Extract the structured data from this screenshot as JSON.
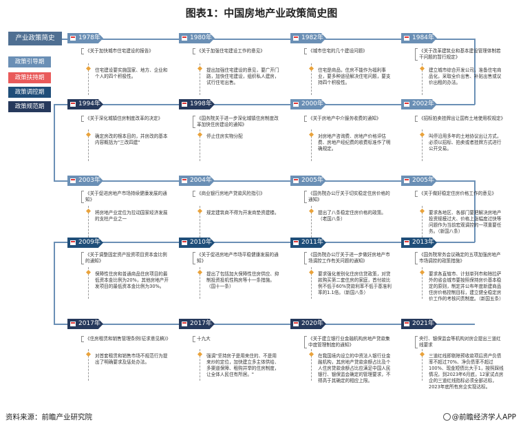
{
  "title": "图表1：中国房地产业政策简史图",
  "panel_title": "产业政策简史",
  "legend": [
    {
      "label": "政策引导期",
      "color": "#6a8fb5"
    },
    {
      "label": "政策扶持期",
      "color": "#e95a5a"
    },
    {
      "label": "政策调控期",
      "color": "#1f4e79"
    },
    {
      "label": "政策规范期",
      "color": "#26395c"
    }
  ],
  "items": [
    {
      "year": "1978年",
      "phase": "c1",
      "policy": "《关于加快城市住宅建设的报告》",
      "detail": "住宅建设要实施国家、地方、企业和个人的四个积极性。"
    },
    {
      "year": "1980年",
      "phase": "c1",
      "policy": "《关于加强住宅建设工作的意见》",
      "detail": "提出加强住宅建设的意见，要广开门路，加快住宅建设，组织私人建房，试行住宅出售。"
    },
    {
      "year": "1982年",
      "phase": "c1",
      "policy": "《城市住宅的几个建设问题》",
      "detail": "住宅是商品，住房不能作为福利事业，要多种途径解决住宅问题，要支持四个积极性。"
    },
    {
      "year": "1984年",
      "phase": "c1",
      "policy": "《关于改革建筑业和基本建设管理体制若干问题的暂行规定》",
      "detail": "建立城市综合开发公司，准备住宅商品化，采取全价出售、补贴出售或议价出租的办法。"
    },
    {
      "year": "1994年",
      "phase": "c4",
      "policy": "《关于深化城镇住房制度改革的决定》",
      "detail": "确定房改的根本目的，并房改的基本内容概括为\"三改四建\""
    },
    {
      "year": "1998年",
      "phase": "c4",
      "policy": "《国务院关于进一步深化城镇住房制度改革加快住房建设的通知》",
      "detail": "停止住房实物分配"
    },
    {
      "year": "2000年",
      "phase": "c1",
      "policy": "《关于房地产中介服务收费的通知》",
      "detail": "对房地产咨询费、房地产价格评估费、房地产经纪费的收费标准作了明确规定。"
    },
    {
      "year": "2002年",
      "phase": "c1",
      "policy": "《招标拍卖挂牌出让国有土地使用权规定》",
      "detail": "叫停沿用多年的土地协议出让方式，必须以招标、拍卖或者挂牌方式进行公开交易。"
    },
    {
      "year": "2003年",
      "phase": "c1",
      "policy": "《关于促进房地产市场持续健康发展的通知》",
      "detail": "将房地产业定位为拉动国家经济发展的支柱产业之一"
    },
    {
      "year": "2004年",
      "phase": "c1",
      "policy": "《商业银行房地产贷款风险指引》",
      "detail": "规定建筑商不得为开发商垫资建楼。"
    },
    {
      "year": "2005年",
      "phase": "c1",
      "policy": "《国务院办公厅关于切实稳定住房价格的通知》",
      "detail": "提出了八条稳定住房价格的政策。（老国八条）"
    },
    {
      "year": "2005年",
      "phase": "c1",
      "policy": "《关于做好稳定住房价格工作的意见》",
      "detail": "要求各地区、各部门要把解决房地产投资规模过大、价格上涨幅度过快等问题作为当前宏观调控的一项重要任务。（新国八条）"
    },
    {
      "year": "2009年",
      "phase": "c3",
      "policy": "《关于调整固定资产投资项目资本金比例的通知》",
      "detail": "保障性住房和普通商品住房项目的最低资本金比例为20%，其他房地产开发项目的最低资本金比例为30%。"
    },
    {
      "year": "2010年",
      "phase": "c3",
      "policy": "《关于促进房地产市场平稳健康发展的通知》",
      "detail": "提出了包括加大保障性住房供应、抑制投资投机性购房等十一条措施。（国十一条）"
    },
    {
      "year": "2011年",
      "phase": "c3",
      "policy": "《国务院办公厅关于进一步做好房地产市场调控工作有关问题的通知》",
      "detail": "要求强化差别化住房信贷政策，对贷款购买第二套住房的家庭，首付款比例不低于60%贷款利率不低于基准利率的1.1倍。（新国八条）"
    },
    {
      "year": "2013年",
      "phase": "c3",
      "policy": "《国务院常务会议确定的五项加强房地产市场调控的政策措施》",
      "detail": "要求各直辖市、计划单列市和除拉萨外的省会城市要按照保持房价基本稳定的原则，制定并公布年度新建商品住房价格控制目标，建立健全稳定房价工作的考核问责制度。（新国五条）"
    },
    {
      "year": "2017年",
      "phase": "c4",
      "policy": "《住房租赁和销售管理条例(征求意见稿)》",
      "detail": "对首套租赁和销售市场不规范行为提出了明确要求及惩处办法。"
    },
    {
      "year": "2017年",
      "phase": "c4",
      "policy": "十九大",
      "detail": "强调\"坚持房子是用来住的、不是用来炒的定位，加快建立多主体供给、多渠道保障、租购并举的住房制度，让全体人民住有所居。\""
    },
    {
      "year": "2020年",
      "phase": "c4",
      "policy": "《关于建立银行业金融机构房地产贷款集中度管理制度的通知》",
      "detail": "在我国境内设立的中资法人银行业金融机构，其房地产贷款余额占比及个人住房贷款余额占比应满足中国人民银行、银保监会确定的管理要求，不得高于其确定的相应上限。"
    },
    {
      "year": "2021年",
      "phase": "c4",
      "policy": "央行、银保监会等机构对房企提出三道红线要求",
      "detail": "三道红线即剔除预收款项后资产负债率不超过70%、净负债率不超过100%、现金短债比大于1，按照踩线情况，到2023年6月底，12家试点房企的三道红线指标必须全部达标，2023年底所有房企实现达标。"
    }
  ],
  "footer_source": "资料来源：前瞻产业研究院",
  "footer_brand": "@前瞻经济学人APP"
}
